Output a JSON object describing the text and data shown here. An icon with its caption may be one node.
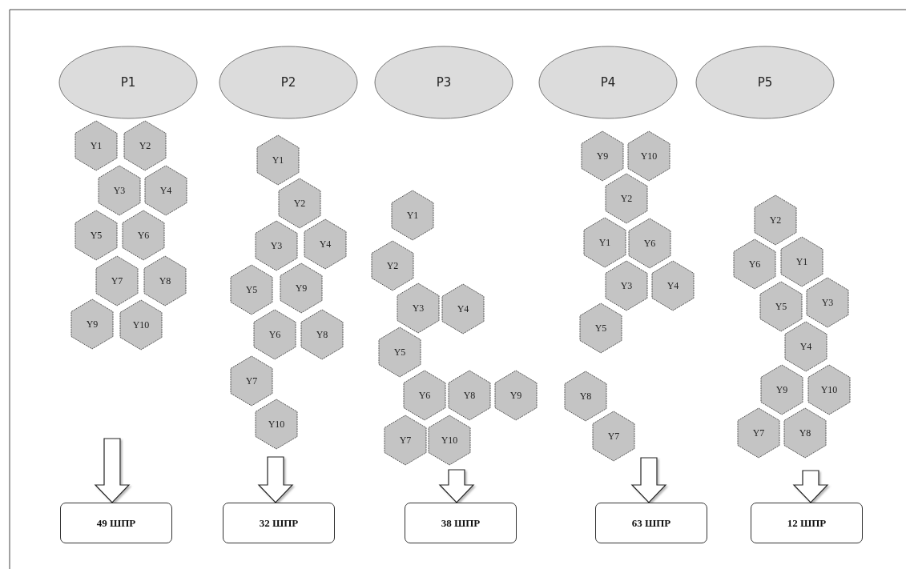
{
  "diagram": {
    "nodes": [
      {
        "text": [
          "P1"
        ]
      },
      {
        "text": [
          "Y1"
        ]
      },
      {
        "text": [
          "Y2"
        ]
      },
      {
        "text": [
          "Y3"
        ]
      },
      {
        "text": [
          "Y4"
        ]
      },
      {
        "text": [
          "Y5"
        ]
      },
      {
        "text": [
          "Y6"
        ]
      },
      {
        "text": [
          "Y7"
        ]
      },
      {
        "text": [
          "Y8"
        ]
      },
      {
        "text": [
          "Y9"
        ]
      },
      {
        "text": [
          "Y10"
        ]
      },
      {
        "text": [
          "49 ШПР"
        ]
      },
      {
        "text": [
          "P2"
        ]
      },
      {
        "text": [
          "Y1"
        ]
      },
      {
        "text": [
          "Y2"
        ]
      },
      {
        "text": [
          "Y3"
        ]
      },
      {
        "text": [
          "Y4"
        ]
      },
      {
        "text": [
          "Y5"
        ]
      },
      {
        "text": [
          "Y9"
        ]
      },
      {
        "text": [
          "Y6"
        ]
      },
      {
        "text": [
          "Y8"
        ]
      },
      {
        "text": [
          "Y7"
        ]
      },
      {
        "text": [
          "Y10"
        ]
      },
      {
        "text": [
          "32 ШПР"
        ]
      },
      {
        "text": [
          "P3"
        ]
      },
      {
        "text": [
          "Y1"
        ]
      },
      {
        "text": [
          "Y2"
        ]
      },
      {
        "text": [
          "Y3"
        ]
      },
      {
        "text": [
          "Y4"
        ]
      },
      {
        "text": [
          "Y5"
        ]
      },
      {
        "text": [
          "Y6"
        ]
      },
      {
        "text": [
          "Y8"
        ]
      },
      {
        "text": [
          "Y9"
        ]
      },
      {
        "text": [
          "Y7"
        ]
      },
      {
        "text": [
          "Y10"
        ]
      },
      {
        "text": [
          "38 ШПР"
        ]
      },
      {
        "text": [
          "P4"
        ]
      },
      {
        "text": [
          "Y9"
        ]
      },
      {
        "text": [
          "Y10"
        ]
      },
      {
        "text": [
          "Y2"
        ]
      },
      {
        "text": [
          "Y1"
        ]
      },
      {
        "text": [
          "Y6"
        ]
      },
      {
        "text": [
          "Y3"
        ]
      },
      {
        "text": [
          "Y4"
        ]
      },
      {
        "text": [
          "Y5"
        ]
      },
      {
        "text": [
          "Y8"
        ]
      },
      {
        "text": [
          "Y7"
        ]
      },
      {
        "text": [
          "63 ШПР"
        ]
      },
      {
        "text": [
          "P5"
        ]
      },
      {
        "text": [
          "Y2"
        ]
      },
      {
        "text": [
          "Y6"
        ]
      },
      {
        "text": [
          "Y1"
        ]
      },
      {
        "text": [
          "Y5"
        ]
      },
      {
        "text": [
          "Y3"
        ]
      },
      {
        "text": [
          "Y4"
        ]
      },
      {
        "text": [
          "Y9"
        ]
      },
      {
        "text": [
          "Y10"
        ]
      },
      {
        "text": [
          "Y7"
        ]
      },
      {
        "text": [
          "Y8"
        ]
      },
      {
        "text": [
          "12 ШПР"
        ]
      }
    ],
    "edges": [
      {
        "from": null,
        "to": 11,
        "arrow": "to"
      },
      {
        "from": null,
        "to": 23,
        "arrow": "to"
      },
      {
        "from": null,
        "to": 35,
        "arrow": "to"
      },
      {
        "from": null,
        "to": 47,
        "arrow": "to"
      },
      {
        "from": null,
        "to": 59,
        "arrow": "to"
      }
    ]
  }
}
